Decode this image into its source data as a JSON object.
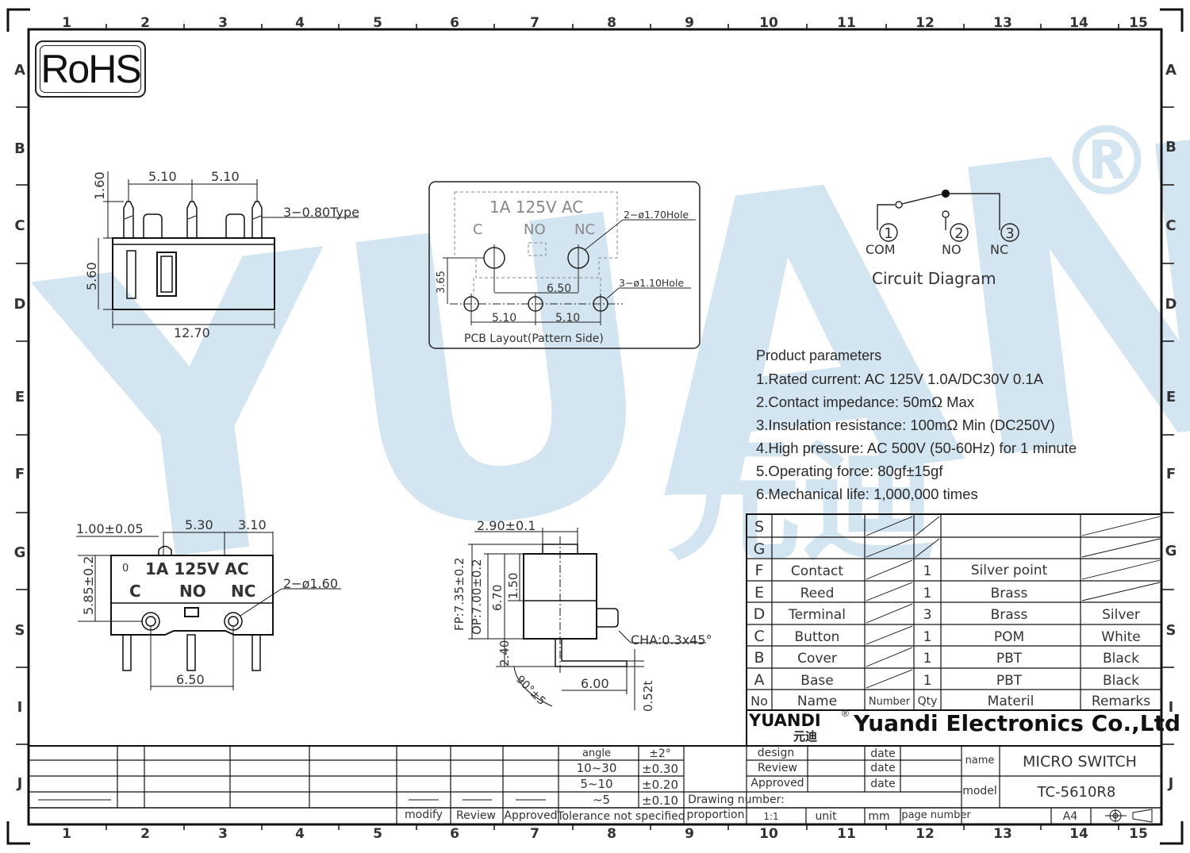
{
  "frame": {
    "columns": [
      "1",
      "2",
      "3",
      "4",
      "5",
      "6",
      "7",
      "8",
      "9",
      "10",
      "11",
      "12",
      "13",
      "14",
      "15"
    ],
    "rows": [
      "A",
      "B",
      "C",
      "D",
      "E",
      "F",
      "G",
      "S",
      "I",
      "J"
    ]
  },
  "rohs": "RoHS",
  "watermark": {
    "text": "YUANDI",
    "cn": "元迪",
    "reg": "®",
    "color": "#9cc3dc"
  },
  "top_view": {
    "d1": "5.10",
    "d2": "5.10",
    "d3": "1.60",
    "d4": "5.60",
    "d5": "12.70",
    "pin_note": "3−0.80Type"
  },
  "pcb_layout": {
    "marking": "1A  125V AC",
    "c": "C",
    "no": "NO",
    "nc": "NC",
    "hole1": "2−ø1.70Hole",
    "hole2": "3−ø1.10Hole",
    "d1": "3.65",
    "d2": "6.50",
    "d3": "5.10",
    "d4": "5.10",
    "caption": "PCB  Layout(Pattern  Side)"
  },
  "circuit": {
    "n1": "1",
    "n2": "2",
    "n3": "3",
    "com": "COM",
    "no": "NO",
    "nc": "NC",
    "title": "Circuit  Diagram"
  },
  "params": {
    "title": "Product parameters",
    "items": [
      "1.Rated current: AC 125V 1.0A/DC30V 0.1A",
      "2.Contact impedance: 50mΩ Max",
      "3.Insulation resistance: 100mΩ Min  (DC250V)",
      "4.High pressure: AC 500V   (50-60Hz)  for 1 minute",
      "5.Operating force: 80gf±15gf",
      "6.Mechanical life: 1,000,000 times"
    ]
  },
  "front_view": {
    "d1": "1.00±0.05",
    "d2": "5.30",
    "d3": "3.10",
    "d4": "5.85±0.2",
    "d5": "2−ø1.60",
    "d6": "6.50",
    "mark_zero": "0",
    "marking": "1A  125V AC",
    "c": "C",
    "no": "NO",
    "nc": "NC"
  },
  "side_view": {
    "d1": "2.90±0.1",
    "fp": "FP:7.35±0.2",
    "op": "OP:7.00±0.2",
    "d2": "6.70",
    "d3": "1.50",
    "d4": "2.40",
    "d5": "6.00",
    "d6": "0.52t",
    "angle": "90°±5",
    "cha": "CHA:0.3x45°"
  },
  "bom": {
    "rows": [
      {
        "no": "S",
        "name": "",
        "qty": "",
        "material": "",
        "remarks": ""
      },
      {
        "no": "G",
        "name": "",
        "qty": "",
        "material": "",
        "remarks": ""
      },
      {
        "no": "F",
        "name": "Contact",
        "qty": "1",
        "material": "Silver point",
        "remarks": ""
      },
      {
        "no": "E",
        "name": "Reed",
        "qty": "1",
        "material": "Brass",
        "remarks": ""
      },
      {
        "no": "D",
        "name": "Terminal",
        "qty": "3",
        "material": "Brass",
        "remarks": "Silver"
      },
      {
        "no": "C",
        "name": "Button",
        "qty": "1",
        "material": "POM",
        "remarks": "White"
      },
      {
        "no": "B",
        "name": "Cover",
        "qty": "1",
        "material": "PBT",
        "remarks": "Black"
      },
      {
        "no": "A",
        "name": "Base",
        "qty": "1",
        "material": "PBT",
        "remarks": "Black"
      }
    ],
    "header": {
      "no": "No",
      "name": "Name",
      "number": "Number",
      "qty": "Qty",
      "material": "Materil",
      "remarks": "Remarks"
    }
  },
  "title_block": {
    "logo": "YUANDI",
    "logo_cn": "元迪",
    "logo_reg": "®",
    "company": "Yuandi Electronics Co.,Ltd",
    "angle": "angle",
    "angle_tol": "±2°",
    "r1": "10~30",
    "r1_tol": "±0.30",
    "r2": "5~10",
    "r2_tol": "±0.20",
    "r3": "~5",
    "r3_tol": "±0.10",
    "modify": "modify",
    "review": "Review",
    "approved": "Approved",
    "tolerance": "Tolerance not specified",
    "design": "design",
    "review2": "Review",
    "approved2": "Approved",
    "date": "date",
    "drawing_number": "Drawing number:",
    "proportion": "proportion",
    "scale": "1:1",
    "unit": "unit",
    "mm": "mm",
    "page_number": "page number",
    "name_label": "name",
    "name_value": "MICRO SWITCH",
    "model_label": "model",
    "model_value": "TC-5610R8",
    "size": "A4"
  }
}
